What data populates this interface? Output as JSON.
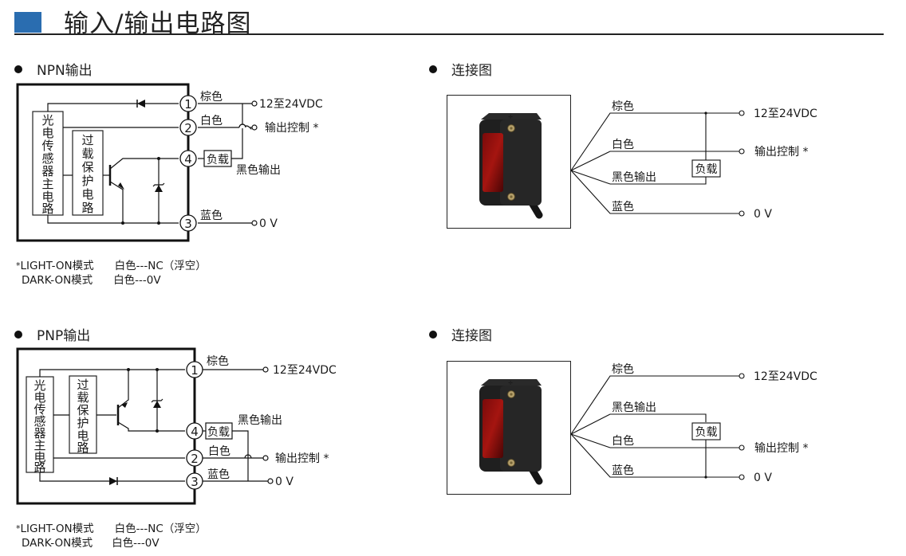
{
  "page": {
    "title": "输入/输出电路图",
    "accent_color": "#2a6db0"
  },
  "npn": {
    "heading": "NPN输出",
    "main_circuit_label": [
      "光",
      "电",
      "传",
      "感",
      "器",
      "主",
      "电",
      "路"
    ],
    "protection_label": [
      "过",
      "载",
      "保",
      "护",
      "电",
      "路"
    ],
    "pins": {
      "p1": "1",
      "p2": "2",
      "p3": "3",
      "p4": "4"
    },
    "wires": {
      "brown": "棕色",
      "white": "白色",
      "black_out": "黑色输出",
      "blue": "蓝色"
    },
    "load": "负载",
    "terminals": {
      "supply": "12至24VDC",
      "control": "输出控制 *",
      "zero": "0 V"
    },
    "notes": {
      "star": "*",
      "light_on_mode": "LIGHT-ON模式",
      "light_on_value": "白色---NC（浮空）",
      "dark_on_mode": "DARK-ON模式",
      "dark_on_value": "白色---0V"
    }
  },
  "npn_connection": {
    "heading": "连接图",
    "wires": {
      "brown": "棕色",
      "white": "白色",
      "black_out": "黑色输出",
      "blue": "蓝色"
    },
    "load": "负载",
    "terminals": {
      "supply": "12至24VDC",
      "control": "输出控制 *",
      "zero": "0 V"
    }
  },
  "pnp": {
    "heading": "PNP输出",
    "main_circuit_label": [
      "光",
      "电",
      "传",
      "感",
      "器",
      "主",
      "电",
      "路"
    ],
    "protection_label": [
      "过",
      "载",
      "保",
      "护",
      "电",
      "路"
    ],
    "pins": {
      "p1": "1",
      "p2": "2",
      "p3": "3",
      "p4": "4"
    },
    "wires": {
      "brown": "棕色",
      "white": "白色",
      "black_out": "黑色输出",
      "blue": "蓝色"
    },
    "load": "负载",
    "terminals": {
      "supply": "12至24VDC",
      "control": "输出控制 *",
      "zero": "0 V"
    },
    "notes": {
      "star": "*",
      "light_on_mode": "LIGHT-ON模式",
      "light_on_value": "白色---NC（浮空）",
      "dark_on_mode": "DARK-ON模式",
      "dark_on_value": "白色---0V"
    }
  },
  "pnp_connection": {
    "heading": "连接图",
    "wires": {
      "brown": "棕色",
      "black_out": "黑色输出",
      "white": "白色",
      "blue": "蓝色"
    },
    "load": "负载",
    "terminals": {
      "supply": "12至24VDC",
      "control": "输出控制 *",
      "zero": "0 V"
    }
  }
}
